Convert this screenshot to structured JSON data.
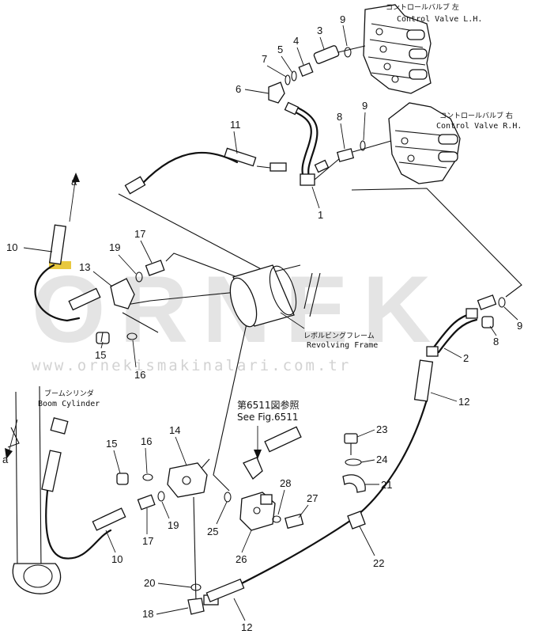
{
  "labels": {
    "control_lh_jp": "コントロールバルブ 左",
    "control_lh_en": "Control Valve L.H.",
    "control_rh_jp": "コントロールバルブ 右",
    "control_rh_en": "Control Valve R.H.",
    "revolving_jp": "レボルビングフレーム",
    "revolving_en": "Revolving Frame",
    "boom_jp": "ブームシリンダ",
    "boom_en": "Boom Cylinder",
    "see_jp": "第6511図参照",
    "see_en": "See Fig.6511",
    "arrow_a": "a"
  },
  "watermark": {
    "brand": "ORNEK",
    "url": "www.ornekismakinalari.com.tr",
    "accent_color": "#e8c840"
  },
  "callouts": {
    "c1": "1",
    "c2": "2",
    "c3": "3",
    "c4": "4",
    "c5": "5",
    "c6": "6",
    "c7": "7",
    "c8a": "8",
    "c8b": "8",
    "c9a": "9",
    "c9b": "9",
    "c9c": "9",
    "c10a": "10",
    "c10b": "10",
    "c11": "11",
    "c12a": "12",
    "c12b": "12",
    "c13": "13",
    "c14": "14",
    "c15a": "15",
    "c15b": "15",
    "c16a": "16",
    "c16b": "16",
    "c17a": "17",
    "c17b": "17",
    "c18": "18",
    "c19a": "19",
    "c19b": "19",
    "c20": "20",
    "c21": "21",
    "c22": "22",
    "c23": "23",
    "c24": "24",
    "c25": "25",
    "c26": "26",
    "c27": "27",
    "c28": "28"
  }
}
